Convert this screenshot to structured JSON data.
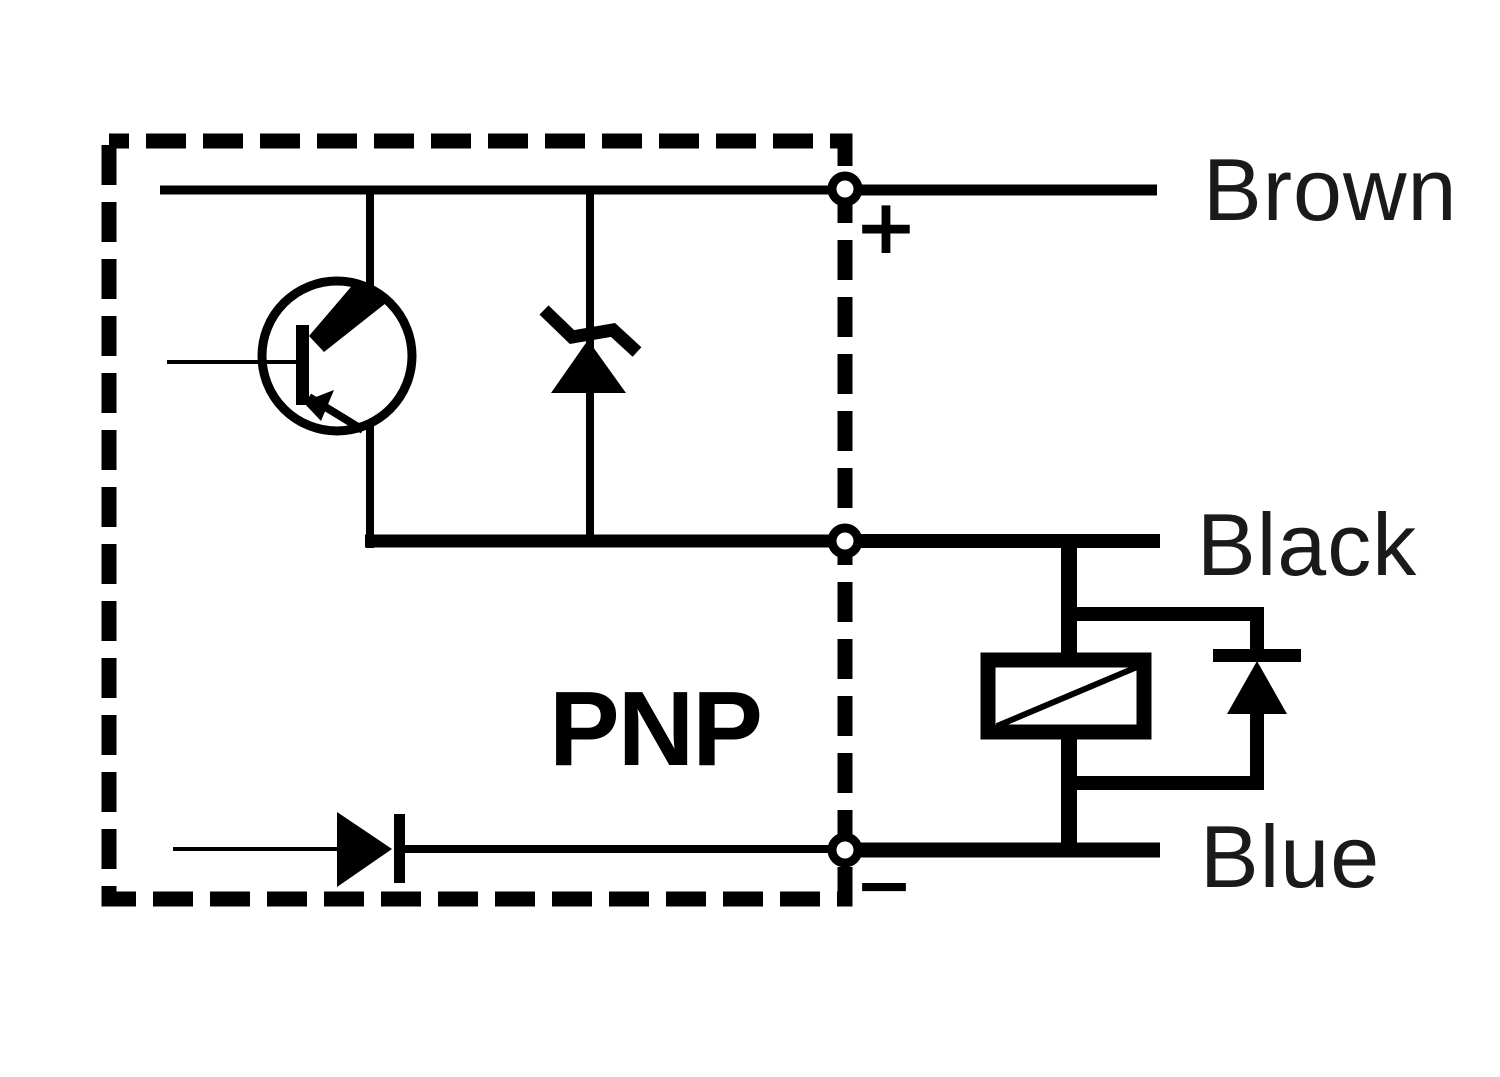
{
  "diagram_type": "sensor-output-wiring-circuit",
  "labels": {
    "wire_brown": "Brown",
    "wire_black": "Black",
    "wire_blue": "Blue",
    "transistor_type": "PNP",
    "polarity_plus": "+",
    "polarity_minus": "−"
  },
  "components": {
    "boundary": "sensor-dashed-enclosure",
    "transistor": "pnp-transistor-icon",
    "zener": "zener-diode-icon",
    "series_diode": "reverse-polarity-diode-icon",
    "load": "load-coil-icon",
    "flyback": "flyback-diode-icon",
    "terminals": [
      "brown-terminal",
      "black-terminal",
      "blue-terminal"
    ]
  },
  "colors": {
    "ink": "#000000",
    "background": "#ffffff",
    "label_text": "#1a1a1a"
  }
}
